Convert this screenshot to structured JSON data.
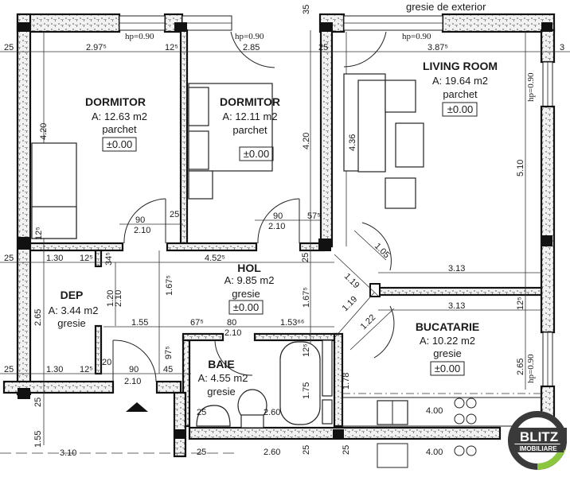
{
  "plan": {
    "top_label": "gresie de exterior",
    "rooms": [
      {
        "id": "dormitor1",
        "name": "DORMITOR",
        "area": "A: 12.63 m2",
        "floor": "parchet",
        "level": "±0.00"
      },
      {
        "id": "dormitor2",
        "name": "DORMITOR",
        "area": "A: 12.11 m2",
        "floor": "parchet",
        "level": "±0.00"
      },
      {
        "id": "living",
        "name": "LIVING ROOM",
        "area": "A: 19.64 m2",
        "floor": "parchet",
        "level": "±0.00"
      },
      {
        "id": "hol",
        "name": "HOL",
        "area": "A: 9.85 m2",
        "floor": "gresie",
        "level": "±0.00"
      },
      {
        "id": "dep",
        "name": "DEP",
        "area": "A: 3.44 m2",
        "floor": "gresie"
      },
      {
        "id": "bucatarie",
        "name": "BUCATARIE",
        "area": "A: 10.22 m2",
        "floor": "gresie",
        "level": "±0.00"
      },
      {
        "id": "baie",
        "name": "BAIE",
        "area": "A: 4.55 m2",
        "floor": "gresie"
      }
    ],
    "window_heights": [
      "hp=0.90",
      "hp=0.90",
      "hp=0.90",
      "hp=0.90",
      "hp=0.90"
    ],
    "dimensions": {
      "top_d1_width": "2.97⁵",
      "top_d2_width": "2.85",
      "top_lr_width": "3.87⁵",
      "wall_25_a": "25",
      "wall_125_a": "12⁵",
      "wall_25_b": "25",
      "wall_25_c": "25",
      "top_35": "35",
      "top_3": "3",
      "d1_height": "4.20",
      "d2_height": "4.20",
      "lr_height": "4.36",
      "lr_height2": "5.10",
      "d1_door_w": "90",
      "d1_door_h": "2.10",
      "d1_side": "25",
      "d1_wall_125": "12⁵",
      "d2_door_w": "90",
      "d2_door_h": "2.10",
      "d2_side": "57⁵",
      "dep_25": "25",
      "dep_130": "1.30",
      "dep_125": "12⁵",
      "dep_345": "34⁵",
      "hol_width": "4.52⁵",
      "hol_25": "25",
      "hol_1675a": "1.67⁵",
      "hol_1675b": "1.67⁵",
      "dep_120": "1.20",
      "dep_210": "2.10",
      "dep_265": "2.65",
      "hol_155": "1.55",
      "hol_675": "67⁵",
      "hol_80": "80",
      "hol_210": "2.10",
      "hol_15366": "1.53⁶⁶",
      "diag_119a": "1.19",
      "diag_119b": "1.19",
      "diag_105": "1.05",
      "diag_122": "1.22",
      "lr_313": "3.13",
      "bk_313": "3.13",
      "bk_125": "12⁵",
      "bk_265": "2.65",
      "dep_bot_25": "25",
      "dep_bot_130": "1.30",
      "dep_bot_125": "12⁵",
      "dep_bot_20": "20",
      "entry_90": "90",
      "entry_210": "2.10",
      "entry_45": "45",
      "entry_975": "97⁵",
      "bath_125": "12⁵",
      "bath_175": "1.75",
      "bath_178": "1.78",
      "bath_260a": "2.60",
      "bath_260b": "2.60",
      "bath_25a": "25",
      "bath_25b": "25",
      "bath_25c": "25",
      "bath_25d": "25",
      "kitchen_400a": "4.00",
      "kitchen_400b": "4.00",
      "bot_25": "25",
      "bot_155": "1.55",
      "bot_310": "3.10"
    }
  },
  "logo": {
    "line1": "BLITZ",
    "line2": "IMOBILIARE",
    "ring_color": "#3a3a3a",
    "accent_color": "#8cc63f"
  }
}
